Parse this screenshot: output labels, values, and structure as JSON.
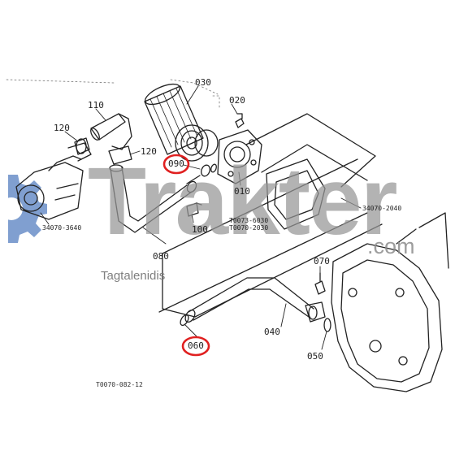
{
  "diagram": {
    "part_labels": {
      "p030": "030",
      "p020": "020",
      "p110": "110",
      "p120a": "120",
      "p120b": "120",
      "p090": "090",
      "p010": "010",
      "p100": "100",
      "p080": "080",
      "p070": "070",
      "p040": "040",
      "p050": "050",
      "p060": "060"
    },
    "references": {
      "r1": "34070-3640",
      "r2": "34070-2040",
      "r3": "T0073-6030",
      "r4": "T0070-2030"
    },
    "highlighted_parts": [
      "090",
      "060"
    ],
    "highlight_color": "#e02020",
    "figure_code": "T0070-082-12"
  },
  "watermark": {
    "brand": "Trakter",
    "domain": ".com",
    "subtitle": "Tagtalenidis",
    "gear_color": "#6a8fc8"
  }
}
